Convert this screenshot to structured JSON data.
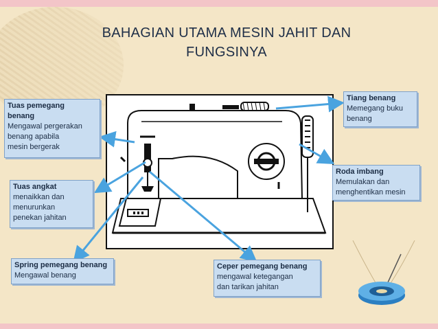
{
  "title": {
    "line1": "BAHAGIAN UTAMA MESIN JAHIT DAN",
    "line2": "FUNGSINYA"
  },
  "labels": {
    "tuas_pemegang": {
      "title_line1": "Tuas pemegang",
      "title_line2": "benang",
      "desc": [
        "Mengawal pergerakan",
        "benang apabila",
        "mesin bergerak"
      ]
    },
    "tuas_angkat": {
      "title": "Tuas angkat",
      "desc": [
        "menaikkan dan",
        "menurunkan",
        "penekan jahitan"
      ]
    },
    "spring": {
      "title": "Spring pemegang benang",
      "desc": [
        "Mengawal benang"
      ]
    },
    "ceper": {
      "title": "Ceper pemegang benang",
      "desc": [
        "mengawal ketegangan",
        "dan tarikan jahitan"
      ]
    },
    "tiang": {
      "title": "Tiang benang",
      "desc": [
        "Memegang buku",
        "benang"
      ]
    },
    "roda": {
      "title": "Roda imbang",
      "desc": [
        "Memulakan dan",
        "menghentikan mesin"
      ]
    }
  },
  "colors": {
    "label_bg": "#c9ddf1",
    "arrow": "#4aa3df",
    "title": "#1f2f48"
  }
}
